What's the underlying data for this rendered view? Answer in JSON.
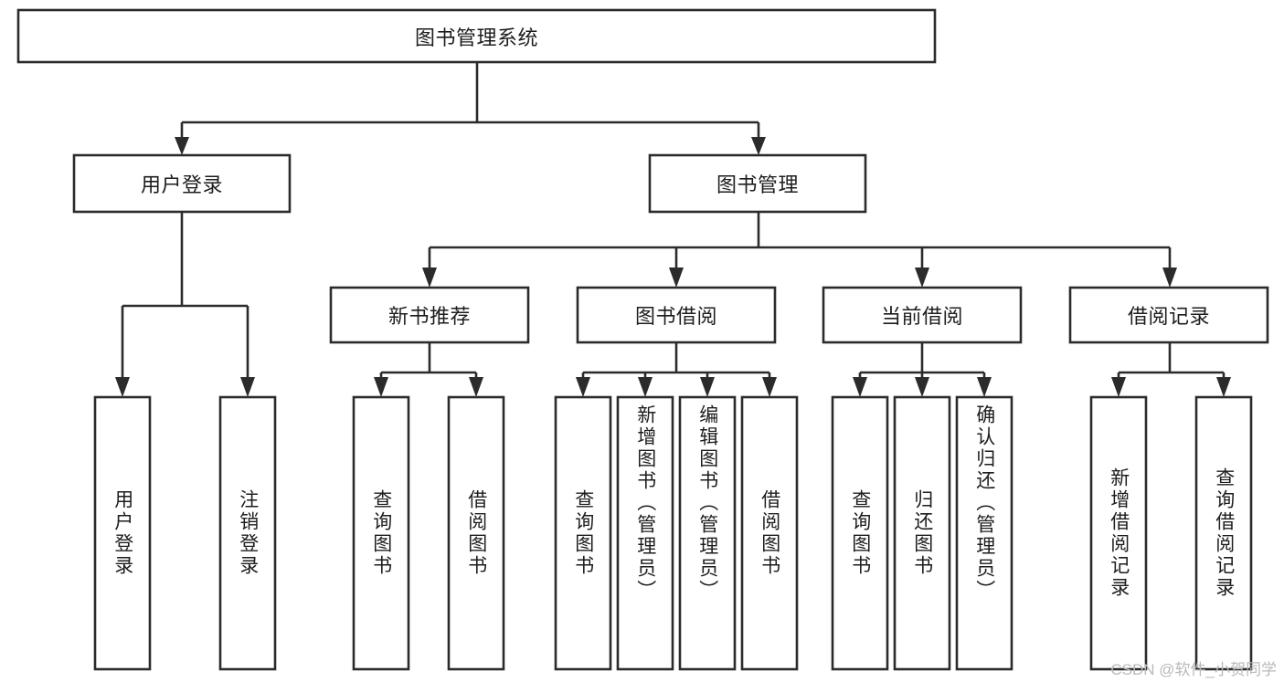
{
  "diagram": {
    "type": "hierarchy-tree",
    "title": "图书管理系统",
    "watermark": "CSDN @软件_小贺同学",
    "colors": {
      "stroke": "#2b2b2b",
      "fill": "#ffffff",
      "text": "#1d1d1d",
      "watermark": "#b9b9b9"
    },
    "nodes": {
      "root": "图书管理系统",
      "level2": [
        "用户登录",
        "图书管理"
      ],
      "level3": [
        "新书推荐",
        "图书借阅",
        "当前借阅",
        "借阅记录"
      ],
      "leaves_user_login": [
        "用户登录",
        "注销登录"
      ],
      "leaves_new_book": [
        "查询图书",
        "借阅图书"
      ],
      "leaves_borrow": [
        "查询图书",
        "新增图书（管理员）",
        "编辑图书（管理员）",
        "借阅图书"
      ],
      "leaves_current": [
        "查询图书",
        "归还图书",
        "确认归还（管理员）"
      ],
      "leaves_record": [
        "新增借阅记录",
        "查询借阅记录"
      ]
    }
  }
}
